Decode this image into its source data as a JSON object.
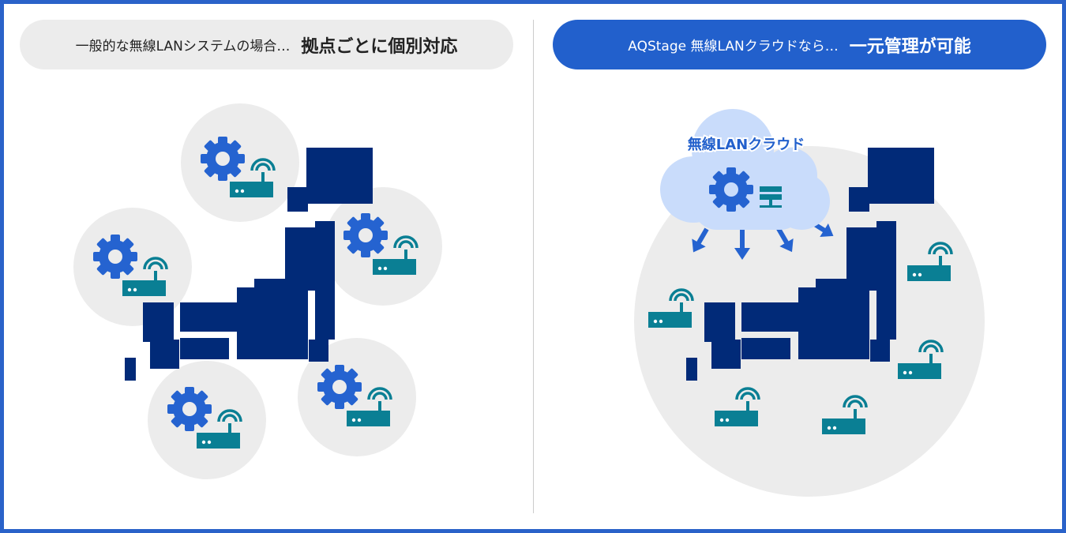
{
  "left_header": {
    "lead": "一般的な無線LANシステムの場合…",
    "emphasis": "拠点ごとに個別対応"
  },
  "right_header": {
    "lead": "AQStage 無線LANクラウドなら…",
    "emphasis": "一元管理が可能"
  },
  "cloud": {
    "label": "無線LANクラウド"
  },
  "colors": {
    "border": "#2a62c9",
    "map": "#012a78",
    "gear": "#2563d0",
    "router": "#0a7f94",
    "cloud": "#c9dcfb",
    "bubble": "#ececec"
  }
}
